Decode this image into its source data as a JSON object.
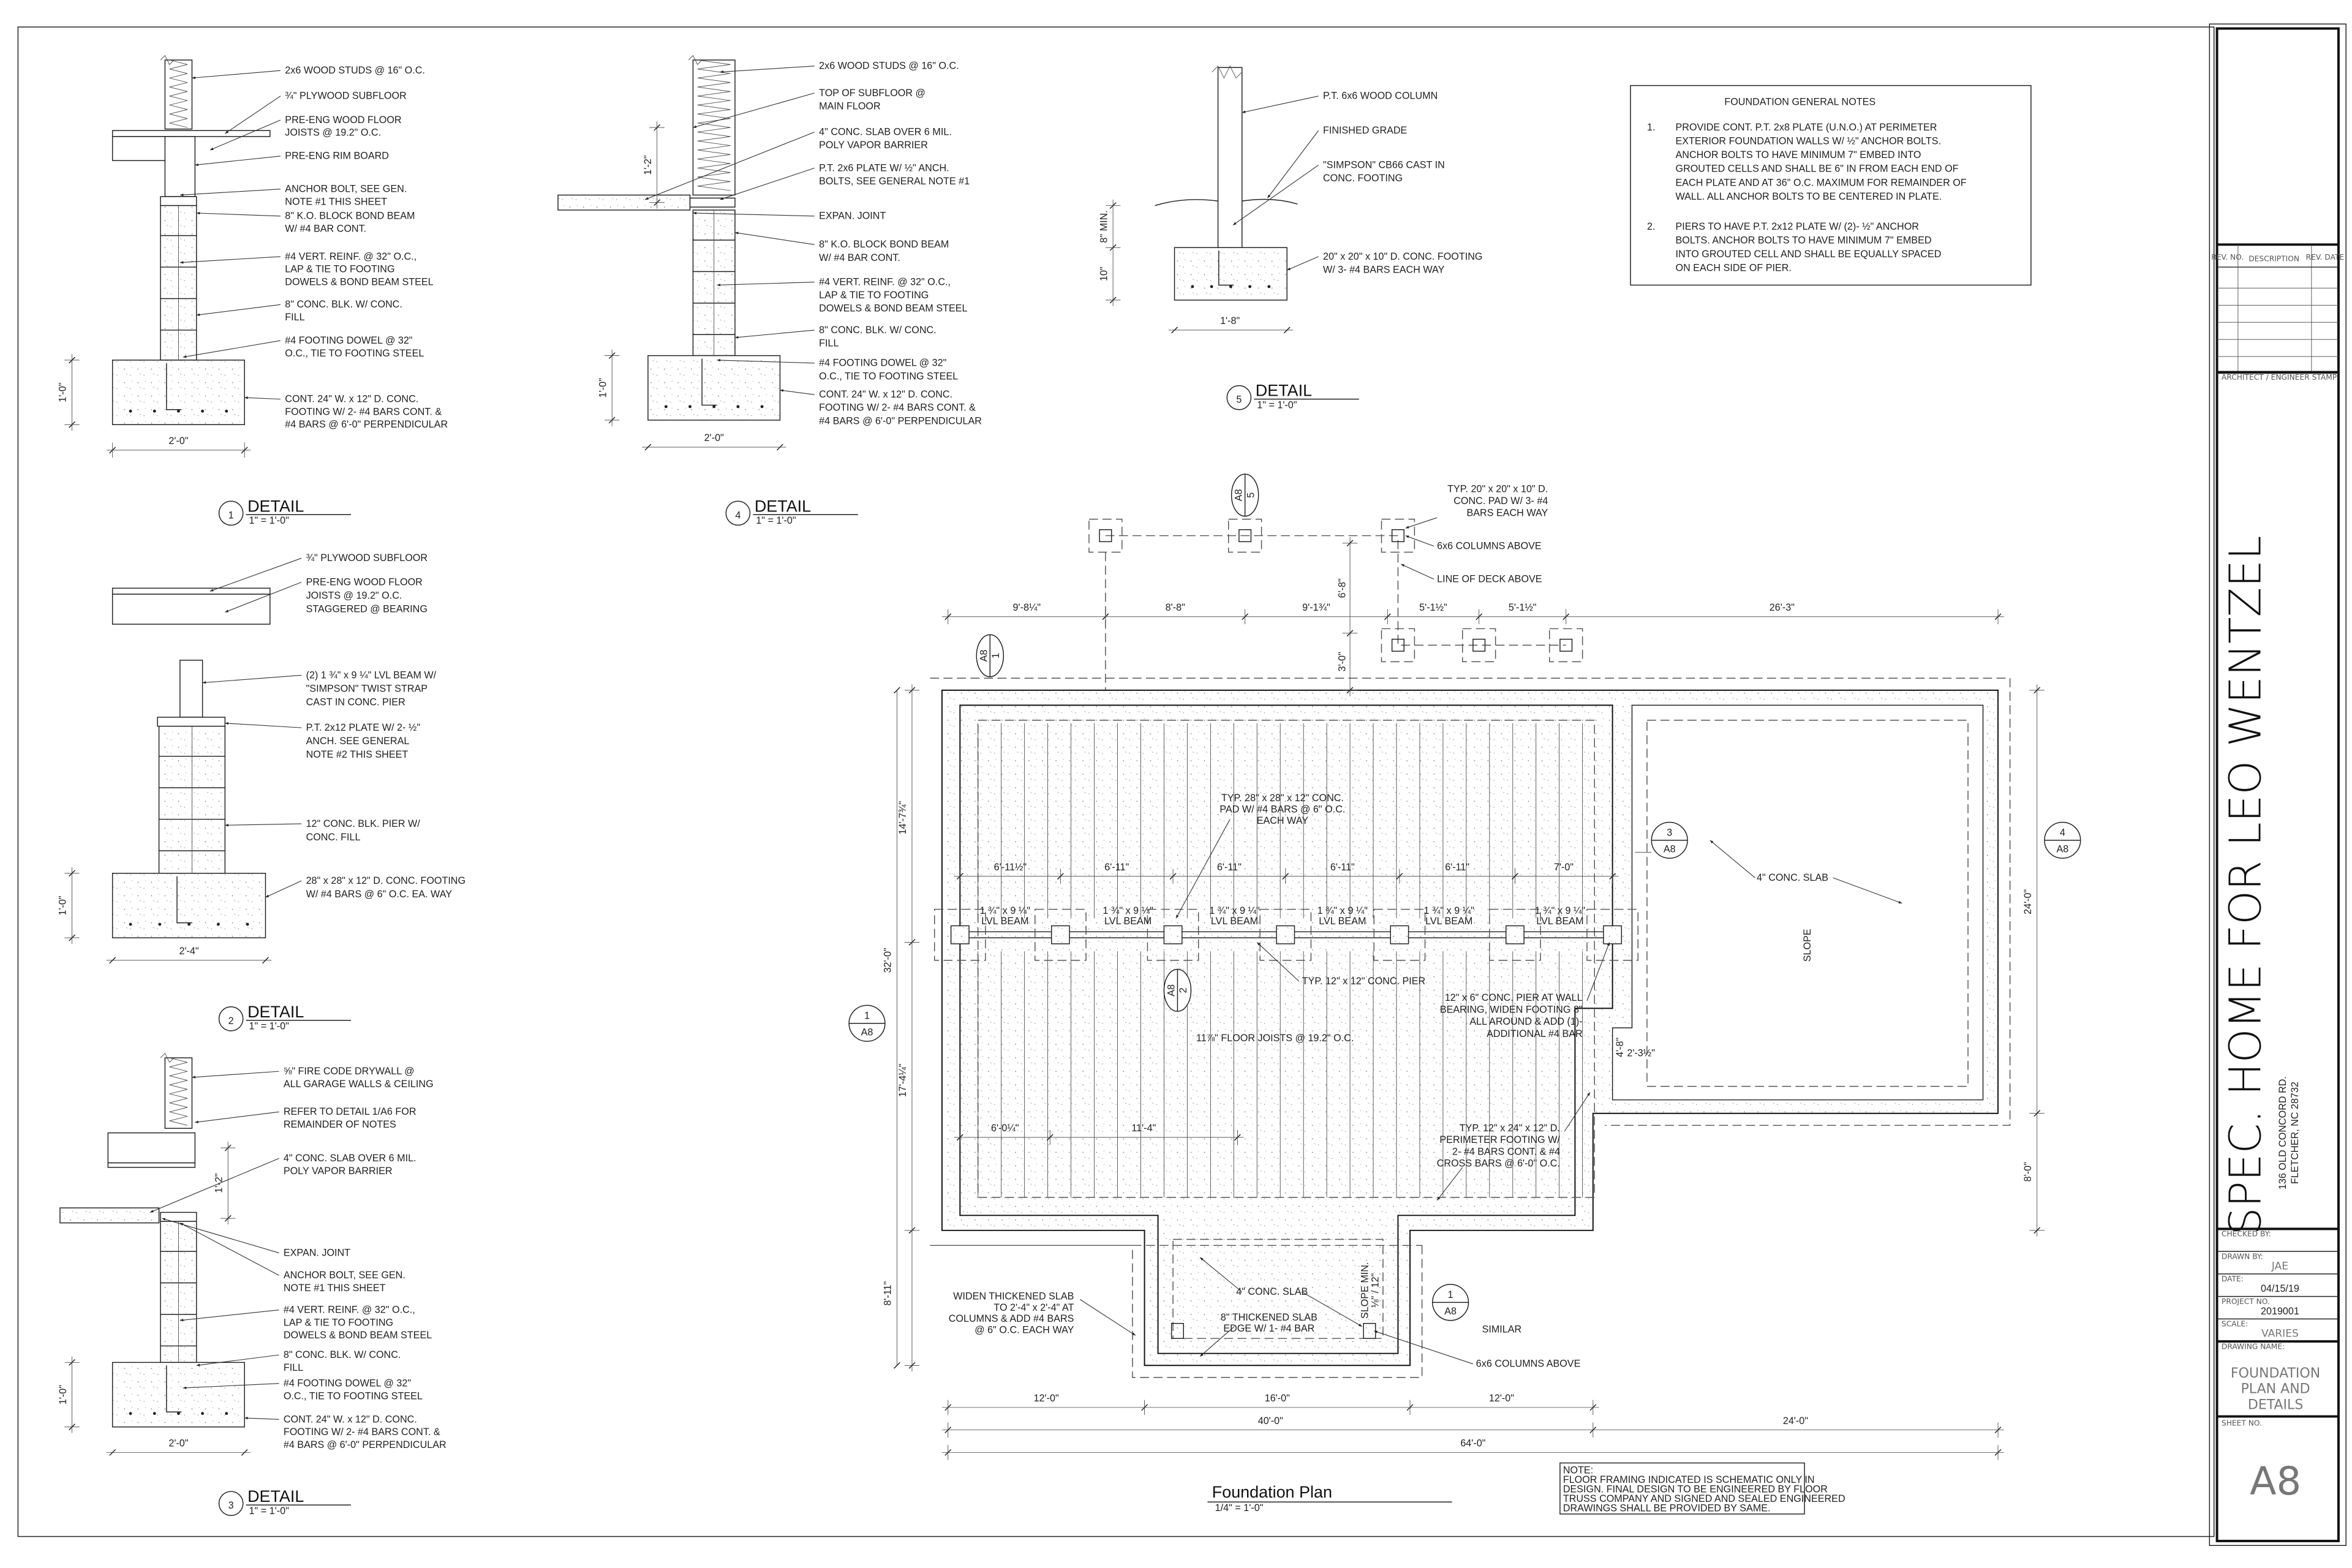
{
  "title_block": {
    "project_title": "SPEC. HOME FOR LEO WENTZEL",
    "address_line1": "136 OLD CONCORD RD.",
    "address_line2": "FLETCHER, NC 28732",
    "rev_headers": [
      "REV. NO.",
      "DESCRIPTION",
      "REV. DATE"
    ],
    "stamp_label": "ARCHITECT / ENGINEER STAMP",
    "checked_by_label": "CHECKED BY:",
    "checked_by": "",
    "drawn_by_label": "DRAWN BY:",
    "drawn_by": "JAE",
    "date_label": "DATE:",
    "date": "04/15/19",
    "project_no_label": "PROJECT NO.",
    "project_no": "2019001",
    "scale_label": "SCALE:",
    "scale": "VARIES",
    "drawing_name_label": "DRAWING NAME:",
    "drawing_name": [
      "FOUNDATION",
      "PLAN AND",
      "DETAILS"
    ],
    "sheet_no_label": "SHEET NO.",
    "sheet_no": "A8"
  },
  "general_notes": {
    "title": "FOUNDATION GENERAL NOTES",
    "items": [
      {
        "num": "1.",
        "lines": [
          "PROVIDE CONT. P.T. 2x8 PLATE  (U.N.O.) AT PERIMETER",
          "EXTERIOR FOUNDATION WALLS W/ ½\" ANCHOR BOLTS.",
          "ANCHOR BOLTS TO HAVE MINIMUM 7\" EMBED INTO",
          "GROUTED CELLS AND SHALL BE 6\" IN FROM EACH END OF",
          "EACH PLATE AND AT 36\" O.C. MAXIMUM FOR REMAINDER OF",
          "WALL. ALL ANCHOR BOLTS TO BE CENTERED IN PLATE."
        ]
      },
      {
        "num": "2.",
        "lines": [
          "PIERS TO HAVE P.T. 2x12 PLATE  W/ (2)- ½\" ANCHOR",
          "BOLTS. ANCHOR BOLTS TO HAVE MINIMUM 7\" EMBED",
          "INTO GROUTED CELL AND SHALL BE EQUALLY SPACED",
          "ON EACH SIDE OF PIER."
        ]
      }
    ]
  },
  "details": [
    {
      "number": "1",
      "label": "DETAIL",
      "scale": "1\" = 1'-0\"",
      "dims": [
        "1'-0\"",
        "2'-0\""
      ],
      "notes": [
        [
          "2x6 WOOD STUDS @ 16\" O.C."
        ],
        [
          "¾\" PLYWOOD SUBFLOOR"
        ],
        [
          "PRE-ENG WOOD FLOOR",
          "JOISTS @ 19.2\" O.C."
        ],
        [
          "PRE-ENG RIM BOARD"
        ],
        [
          "ANCHOR BOLT, SEE GEN.",
          "NOTE #1 THIS SHEET"
        ],
        [
          "8\" K.O. BLOCK BOND BEAM",
          "W/ #4 BAR CONT."
        ],
        [
          "#4 VERT. REINF. @ 32\" O.C.,",
          "LAP & TIE TO FOOTING",
          "DOWELS & BOND BEAM STEEL"
        ],
        [
          "8\" CONC. BLK. W/ CONC.",
          "FILL"
        ],
        [
          "#4 FOOTING DOWEL @ 32\"",
          "O.C., TIE TO FOOTING STEEL"
        ],
        [
          "CONT. 24\" W. x 12\" D. CONC.",
          "FOOTING W/ 2- #4 BARS CONT. &",
          "#4 BARS @ 6'-0\" PERPENDICULAR"
        ]
      ]
    },
    {
      "number": "2",
      "label": "DETAIL",
      "scale": "1\" = 1'-0\"",
      "dims": [
        "1'-0\"",
        "2'-4\""
      ],
      "notes": [
        [
          "¾\" PLYWOOD SUBFLOOR"
        ],
        [
          "PRE-ENG WOOD FLOOR",
          "JOISTS @ 19.2\" O.C.",
          "STAGGERED @ BEARING"
        ],
        [
          "(2) 1 ¾\" x 9 ¼\" LVL BEAM W/",
          "\"SIMPSON\" TWIST STRAP",
          "CAST IN CONC. PIER"
        ],
        [
          "P.T. 2x12 PLATE W/ 2-  ½\"",
          "ANCH. SEE GENERAL",
          "NOTE #2 THIS SHEET"
        ],
        [
          "12\" CONC. BLK. PIER W/",
          "CONC. FILL"
        ],
        [
          "28\" x 28\" x 12\" D. CONC. FOOTING",
          "W/ #4 BARS @ 6\" O.C. EA. WAY"
        ]
      ]
    },
    {
      "number": "3",
      "label": "DETAIL",
      "scale": "1\" = 1'-0\"",
      "dims": [
        "1'-2\"",
        "1'-0\"",
        "2'-0\""
      ],
      "notes": [
        [
          "⅝\" FIRE CODE DRYWALL @",
          "ALL GARAGE WALLS & CEILING"
        ],
        [
          "REFER TO DETAIL 1/A6 FOR",
          "REMAINDER OF NOTES"
        ],
        [
          "4\" CONC. SLAB OVER 6 MIL.",
          "POLY VAPOR BARRIER"
        ],
        [
          "EXPAN. JOINT"
        ],
        [
          "ANCHOR BOLT, SEE GEN.",
          "NOTE #1 THIS SHEET"
        ],
        [
          "#4 VERT. REINF. @ 32\" O.C.,",
          "LAP & TIE TO FOOTING",
          "DOWELS & BOND BEAM STEEL"
        ],
        [
          "8\" CONC. BLK. W/ CONC.",
          "FILL"
        ],
        [
          "#4 FOOTING DOWEL @ 32\"",
          "O.C., TIE TO FOOTING STEEL"
        ],
        [
          "CONT. 24\" W. x 12\" D. CONC.",
          "FOOTING W/ 2- #4 BARS CONT. &",
          "#4 BARS @ 6'-0\" PERPENDICULAR"
        ]
      ]
    },
    {
      "number": "4",
      "label": "DETAIL",
      "scale": "1\" = 1'-0\"",
      "dims": [
        "1'-2\"",
        "1'-0\"",
        "2'-0\""
      ],
      "notes": [
        [
          "2x6 WOOD STUDS @ 16\" O.C."
        ],
        [
          "TOP OF SUBFLOOR @",
          "MAIN FLOOR"
        ],
        [
          "4\" CONC. SLAB OVER 6 MIL.",
          "POLY VAPOR BARRIER"
        ],
        [
          "P.T. 2x6 PLATE W/ ½\" ANCH.",
          "BOLTS, SEE GENERAL NOTE #1"
        ],
        [
          "EXPAN. JOINT"
        ],
        [
          "8\" K.O. BLOCK BOND BEAM",
          "W/ #4 BAR CONT."
        ],
        [
          "#4 VERT. REINF. @ 32\" O.C.,",
          "LAP & TIE TO FOOTING",
          "DOWELS & BOND BEAM STEEL"
        ],
        [
          "8\" CONC. BLK. W/ CONC.",
          "FILL"
        ],
        [
          "#4 FOOTING DOWEL @ 32\"",
          "O.C., TIE TO FOOTING STEEL"
        ],
        [
          "CONT. 24\" W. x 12\" D. CONC.",
          "FOOTING W/ 2- #4 BARS CONT. &",
          "#4 BARS @ 6'-0\" PERPENDICULAR"
        ]
      ]
    },
    {
      "number": "5",
      "label": "DETAIL",
      "scale": "1\" = 1'-0\"",
      "dims": [
        "8\" MIN.",
        "10\"",
        "1'-8\""
      ],
      "notes": [
        [
          "P.T. 6x6 WOOD COLUMN"
        ],
        [
          "FINISHED GRADE"
        ],
        [
          "\"SIMPSON\" CB66 CAST IN",
          "CONC. FOOTING"
        ],
        [
          "20\" x 20\" x 10\" D. CONC. FOOTING",
          "W/ 3- #4 BARS EACH WAY"
        ]
      ]
    }
  ],
  "plan": {
    "title": "Foundation Plan",
    "scale": "1/4\" = 1'-0\"",
    "dims_top": [
      "9'-8¼\"",
      "8'-8\"",
      "9'-1¾\"",
      "5'-1½\"",
      "5'-1½\"",
      "26'-3\""
    ],
    "dims_deck": [
      "6'-8\"",
      "3'-0\""
    ],
    "dims_beam": [
      "6'-11½\"",
      "6'-11\"",
      "6'-11\"",
      "6'-11\"",
      "6'-11\"",
      "7'-0\""
    ],
    "dims_left": [
      "14'-7¾\"",
      "32'-0\"",
      "17'-4¼\"",
      "8'-11\""
    ],
    "dims_right": [
      "24'-0\"",
      "8'-0\""
    ],
    "dims_jog": [
      "4'-8\"",
      "2'-3½\""
    ],
    "dims_inner": [
      "6'-0¼\"",
      "11'-4\""
    ],
    "dims_bottom1": [
      "12'-0\"",
      "16'-0\"",
      "12'-0\""
    ],
    "dims_bottom2": [
      "40'-0\"",
      "24'-0\""
    ],
    "dims_bottom3": [
      "64'-0\""
    ],
    "lvl_beam": [
      "1 ¾\" x 9 ¼\"",
      "LVL BEAM"
    ],
    "labels": [
      [
        "TYP. 20\" x 20\" x 10\" D.",
        "CONC. PAD W/ 3- #4",
        "BARS EACH WAY"
      ],
      [
        "6x6 COLUMNS ABOVE"
      ],
      [
        "LINE OF DECK ABOVE"
      ],
      [
        "TYP. 28\" x 28\" x 12\" CONC.",
        "PAD W/ #4 BARS @ 6\" O.C.",
        "EACH WAY"
      ],
      [
        "TYP. 12\" x 12\" CONC. PIER"
      ],
      [
        "12\" x 6\" CONC. PIER AT WALL",
        "BEARING, WIDEN FOOTING 8\"",
        "ALL AROUND & ADD (1)-",
        "ADDITIONAL #4 BAR"
      ],
      [
        "11⅞\" FLOOR JOISTS @ 19.2\" O.C."
      ],
      [
        "4\" CONC. SLAB"
      ],
      [
        "SLOPE"
      ],
      [
        "TYP. 12\" x 24\" x 12\" D.",
        "PERIMETER FOOTING W/",
        "2- #4 BARS CONT. & #4",
        "CROSS BARS @ 6'-0\" O.C."
      ],
      [
        "WIDEN THICKENED SLAB",
        "TO 2'-4\" x 2'-4\" AT",
        "COLUMNS & ADD  #4 BARS",
        "@ 6\" O.C.  EACH WAY"
      ],
      [
        "4\" CONC. SLAB"
      ],
      [
        "8\" THICKENED SLAB",
        "EDGE W/ 1- #4 BAR"
      ],
      [
        "SLOPE MIN.",
        "⅛\" / 12\""
      ],
      [
        "SIMILAR"
      ],
      [
        "6x6 COLUMNS ABOVE"
      ]
    ],
    "callouts": [
      {
        "num": "5",
        "sheet": "A8"
      },
      {
        "num": "1",
        "sheet": "A8"
      },
      {
        "num": "3",
        "sheet": "A8"
      },
      {
        "num": "4",
        "sheet": "A8"
      },
      {
        "num": "1",
        "sheet": "A8"
      },
      {
        "num": "2",
        "sheet": "A8"
      },
      {
        "num": "1",
        "sheet": "A8"
      }
    ],
    "note": [
      "NOTE:",
      "FLOOR FRAMING INDICATED IS SCHEMATIC ONLY IN",
      "DESIGN. FINAL DESIGN TO BE ENGINEERED BY FLOOR",
      "TRUSS COMPANY AND SIGNED AND SEALED ENGINEERED",
      "DRAWINGS SHALL BE PROVIDED BY SAME."
    ]
  }
}
